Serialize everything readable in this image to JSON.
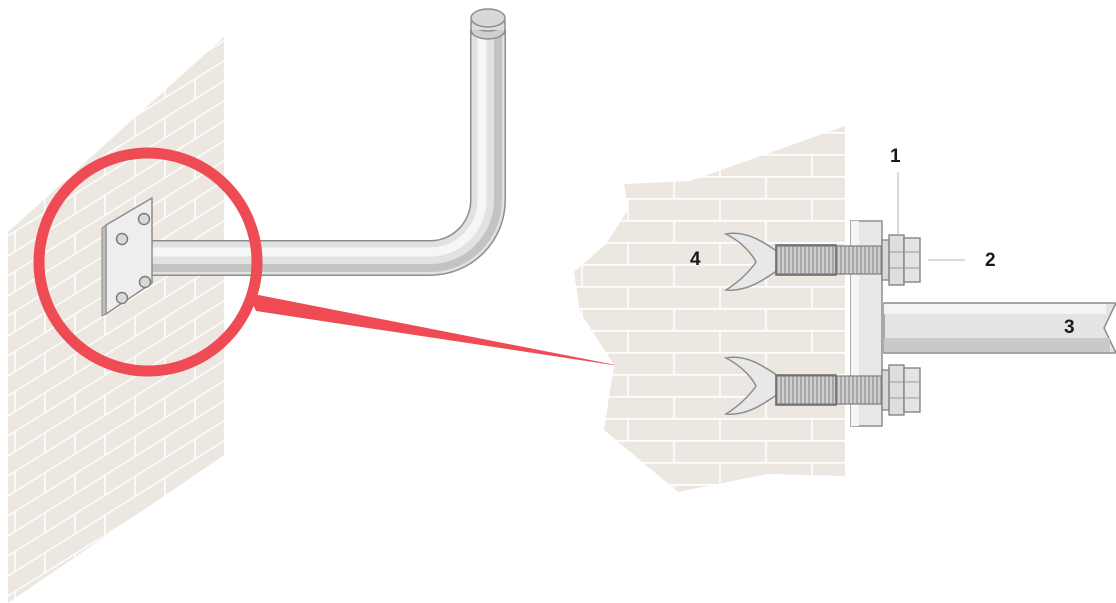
{
  "callouts": {
    "c1": "1",
    "c2": "2",
    "c3": "3",
    "c4": "4"
  },
  "colors": {
    "wall": "#ece7e1",
    "wall_line": "#ffffff",
    "highlight": "#ef4b55",
    "metal": "#e3e3e3",
    "metal_shade": "#c7c7c7",
    "outline": "#8d8d8d"
  }
}
